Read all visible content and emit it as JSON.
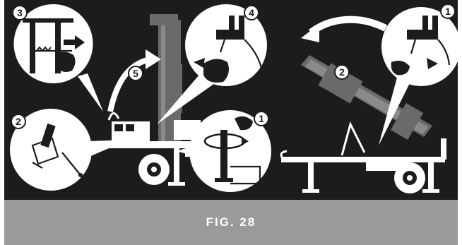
{
  "figure": {
    "caption": "FIG. 28",
    "background_color": "#1c1c1c",
    "caption_band_color": "#9a9a9a"
  },
  "callouts": {
    "left_group": [
      "3",
      "2",
      "5",
      "4",
      "1"
    ],
    "right_group": [
      "1",
      "2"
    ]
  },
  "icons": [
    "hand-icon",
    "arrow-icon",
    "lock-pin-icon",
    "hydraulic-valve-icon",
    "jack-stand-icon",
    "log-splitter-icon",
    "rotation-arrow-icon",
    "hitch-pin-icon"
  ]
}
